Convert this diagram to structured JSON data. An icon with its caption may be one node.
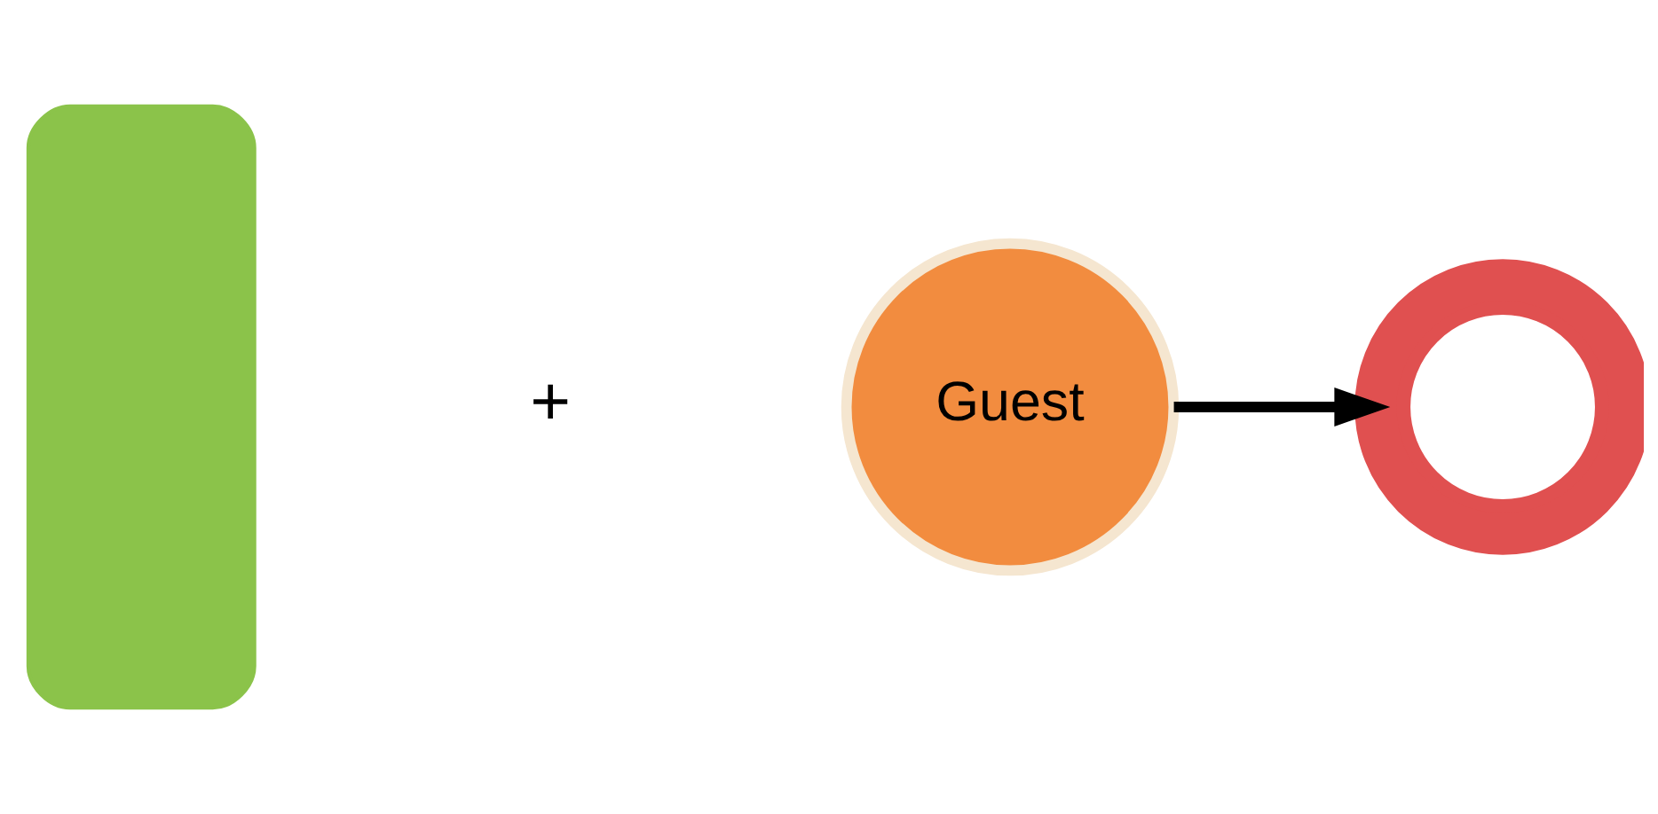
{
  "diagram": {
    "nodes": [
      {
        "text": [],
        "shape": "arc"
      },
      {
        "text": [
          "Guest"
        ]
      },
      {
        "text": [],
        "shape": "ring"
      }
    ],
    "edges": [
      {
        "from": 1,
        "to": 2,
        "arrow": "to"
      }
    ],
    "labels": [
      "+"
    ]
  }
}
